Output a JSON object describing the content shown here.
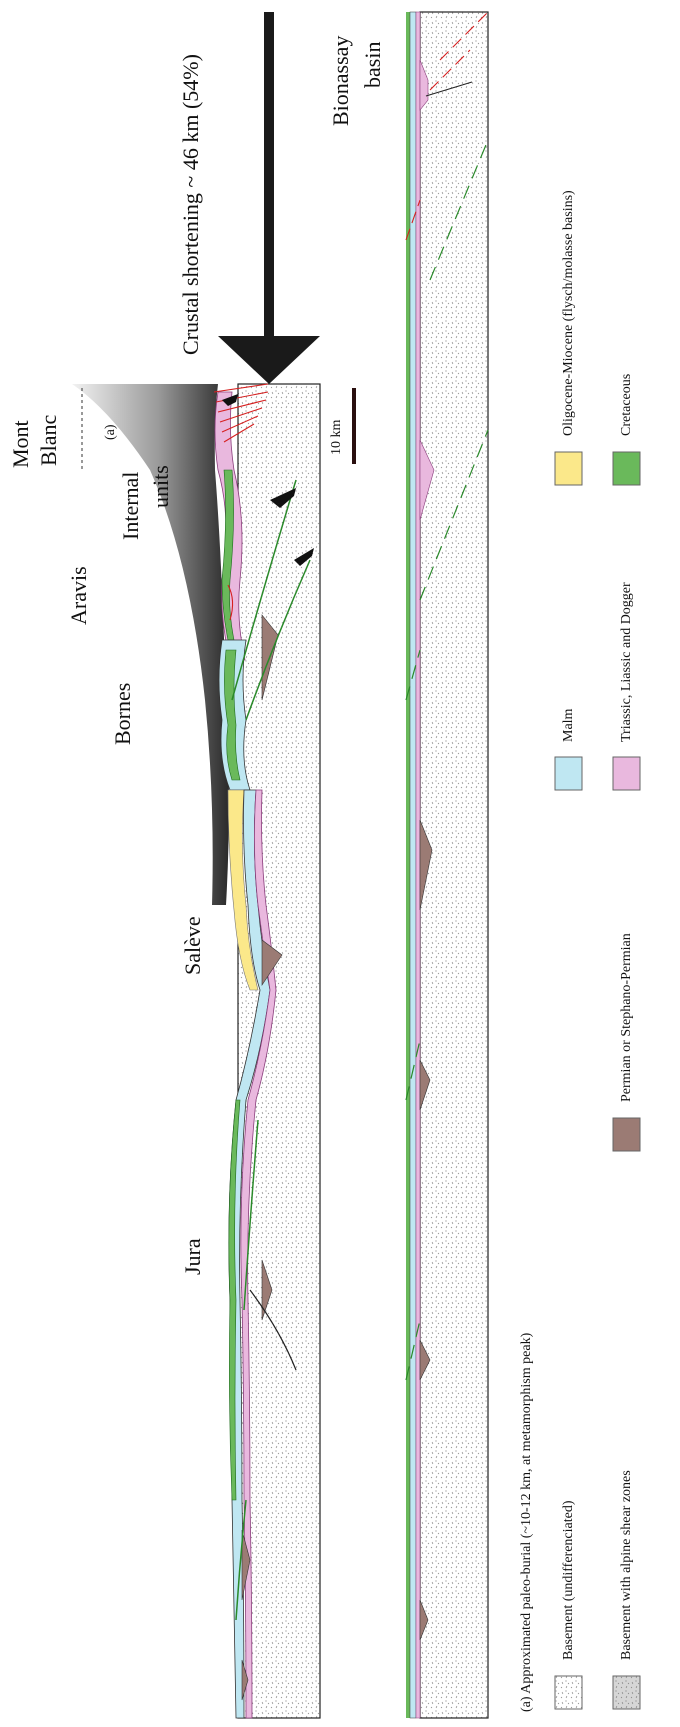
{
  "labels": {
    "jura": "Jura",
    "saleve": "Salève",
    "bornes": "Bornes",
    "aravis": "Aravis",
    "internal_units": [
      "Internal",
      "units"
    ],
    "mont_blanc": [
      "Mont",
      "Blanc"
    ],
    "burial_marker": "(a)",
    "shortening": "Crustal shortening  ~ 46 km (54%)",
    "scale_bar": "10 km",
    "bionassay": [
      "Bionassay",
      "basin"
    ]
  },
  "legend": {
    "note": "(a) Approximated paleo-burial (~10-12 km, at metamorphism peak)",
    "items": [
      {
        "label": "Basement (undifferenciated)",
        "color": "#ffffff",
        "pattern": "dots"
      },
      {
        "label": "Basement with alpine shear zones",
        "color": "#d6d6d6",
        "pattern": "dots"
      },
      {
        "label": "Permian or Stephano-Permian",
        "color": "#9b7b74"
      },
      {
        "label": "Malm",
        "color": "#bfe7f2"
      },
      {
        "label": "Triassic, Liassic and Dogger",
        "color": "#e9b8de"
      },
      {
        "label": "Oligocene-Miocene (flysch/molasse basins)",
        "color": "#fbe88a"
      },
      {
        "label": "Cretaceous",
        "color": "#6ab95b"
      }
    ]
  }
}
